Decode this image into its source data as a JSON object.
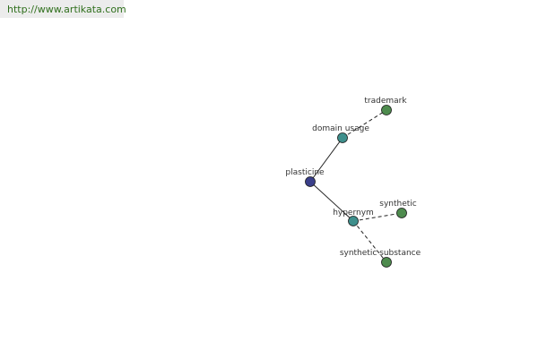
{
  "source": {
    "url": "http://www.artikata.com"
  },
  "graph": {
    "nodes": [
      {
        "id": "plasticine",
        "label": "plasticine",
        "kind": "root",
        "color": "#3a3f8a"
      },
      {
        "id": "domain_usage",
        "label": "domain usage",
        "kind": "relation",
        "color": "#3e8f8c"
      },
      {
        "id": "trademark",
        "label": "trademark",
        "kind": "leaf",
        "color": "#4e8b4e"
      },
      {
        "id": "hypernym",
        "label": "hypernym",
        "kind": "relation",
        "color": "#3e8f8c"
      },
      {
        "id": "synthetic",
        "label": "synthetic",
        "kind": "leaf",
        "color": "#4e8b4e"
      },
      {
        "id": "synthetic_substance",
        "label": "synthetic substance",
        "kind": "leaf",
        "color": "#4e8b4e"
      }
    ],
    "edges": [
      {
        "from": "plasticine",
        "to": "domain_usage",
        "style": "solid"
      },
      {
        "from": "plasticine",
        "to": "hypernym",
        "style": "solid"
      },
      {
        "from": "domain_usage",
        "to": "trademark",
        "style": "dashed"
      },
      {
        "from": "hypernym",
        "to": "synthetic",
        "style": "dashed"
      },
      {
        "from": "hypernym",
        "to": "synthetic_substance",
        "style": "dashed"
      }
    ]
  }
}
